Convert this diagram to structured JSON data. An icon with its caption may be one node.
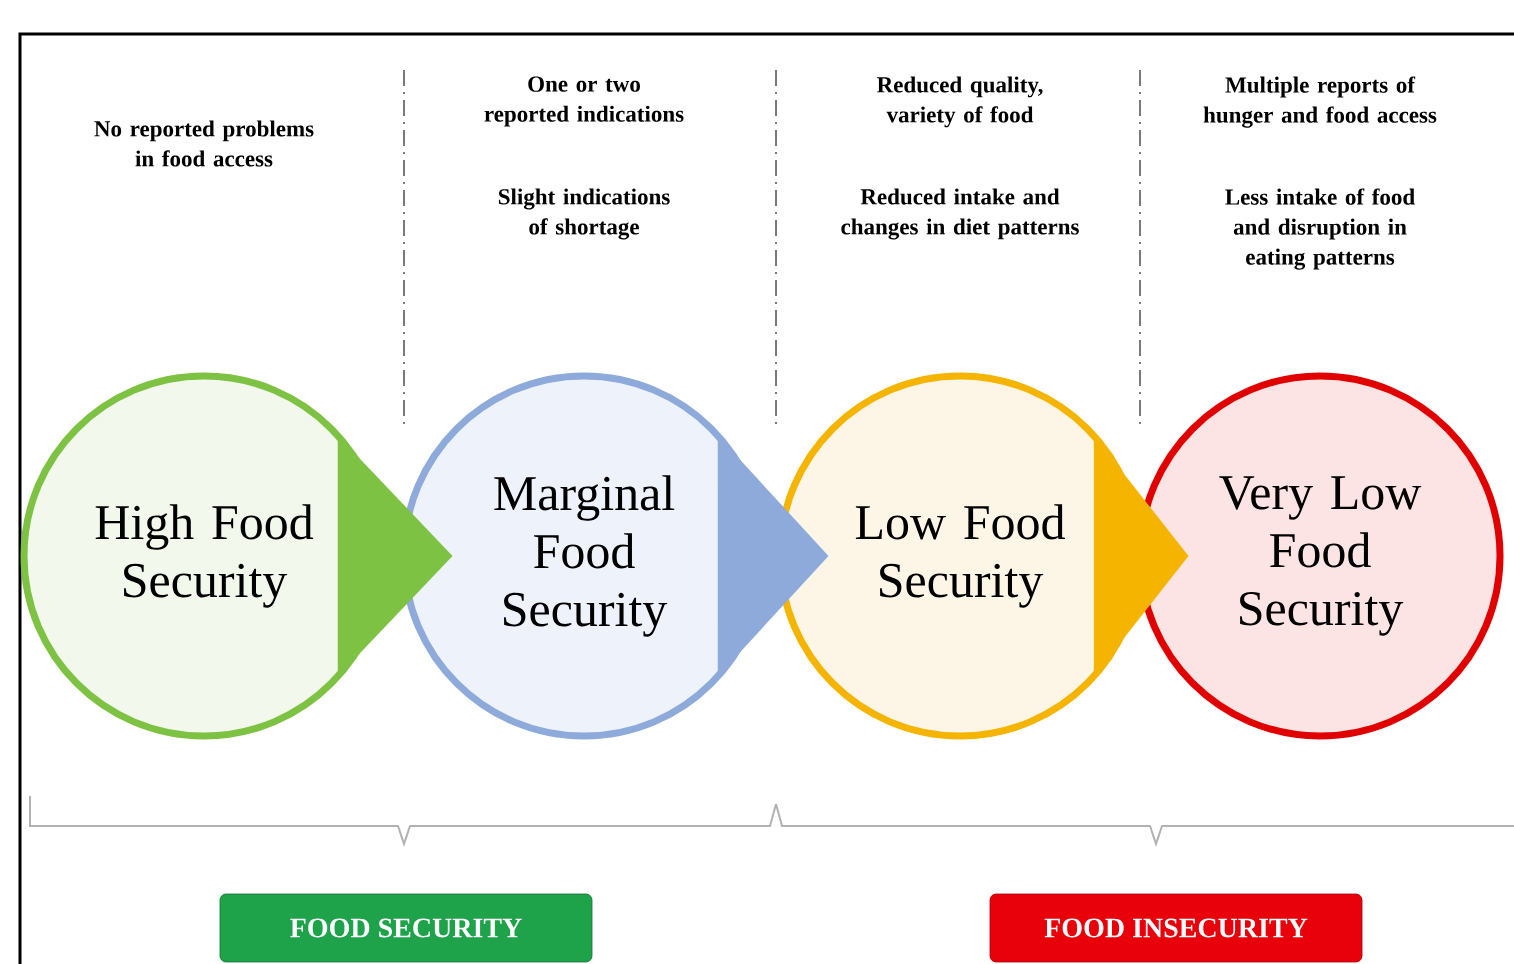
{
  "diagram": {
    "nodes": [
      {
        "text": [
          "High Food Security"
        ]
      },
      {
        "text": [
          "Marginal Food Security"
        ]
      },
      {
        "text": [
          "Low Food Security"
        ]
      },
      {
        "text": [
          "Very Low Food Security"
        ]
      },
      {
        "text": [
          "FOOD SECURITY"
        ]
      },
      {
        "text": [
          "FOOD INSECURITY"
        ]
      }
    ],
    "edges": [
      {
        "from": 0,
        "to": 1,
        "arrow": "to",
        "color": "#7dc242"
      },
      {
        "from": 1,
        "to": 2,
        "arrow": "to",
        "color": "#8eaadb"
      },
      {
        "from": 2,
        "to": 3,
        "arrow": "to",
        "color": "#f4b400"
      }
    ],
    "labels": [
      "No reported problems in food access",
      "One or two reported indications",
      "Reduced quality, variety of food",
      "Multiple reports of hunger and food access",
      "Slight indications of shortage",
      "Reduced intake and changes in diet patterns",
      "Less intake of food and disruption in eating patterns"
    ]
  }
}
